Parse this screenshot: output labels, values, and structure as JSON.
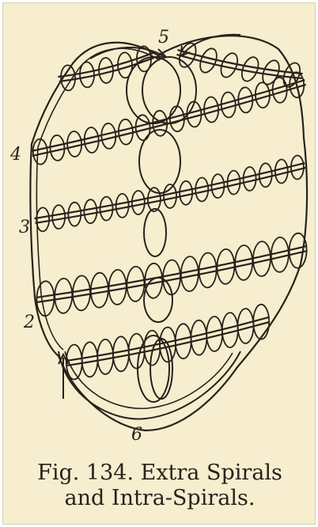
{
  "figure": {
    "labels": {
      "l2": "2",
      "l3": "3",
      "l4": "4",
      "l5": "5",
      "l6": "6"
    },
    "colors": {
      "paper": "#f7edcf",
      "ink": "#2a211a"
    }
  },
  "caption": {
    "line1": "Fig. 134. Extra Spirals",
    "line2": "and Intra-Spirals."
  }
}
